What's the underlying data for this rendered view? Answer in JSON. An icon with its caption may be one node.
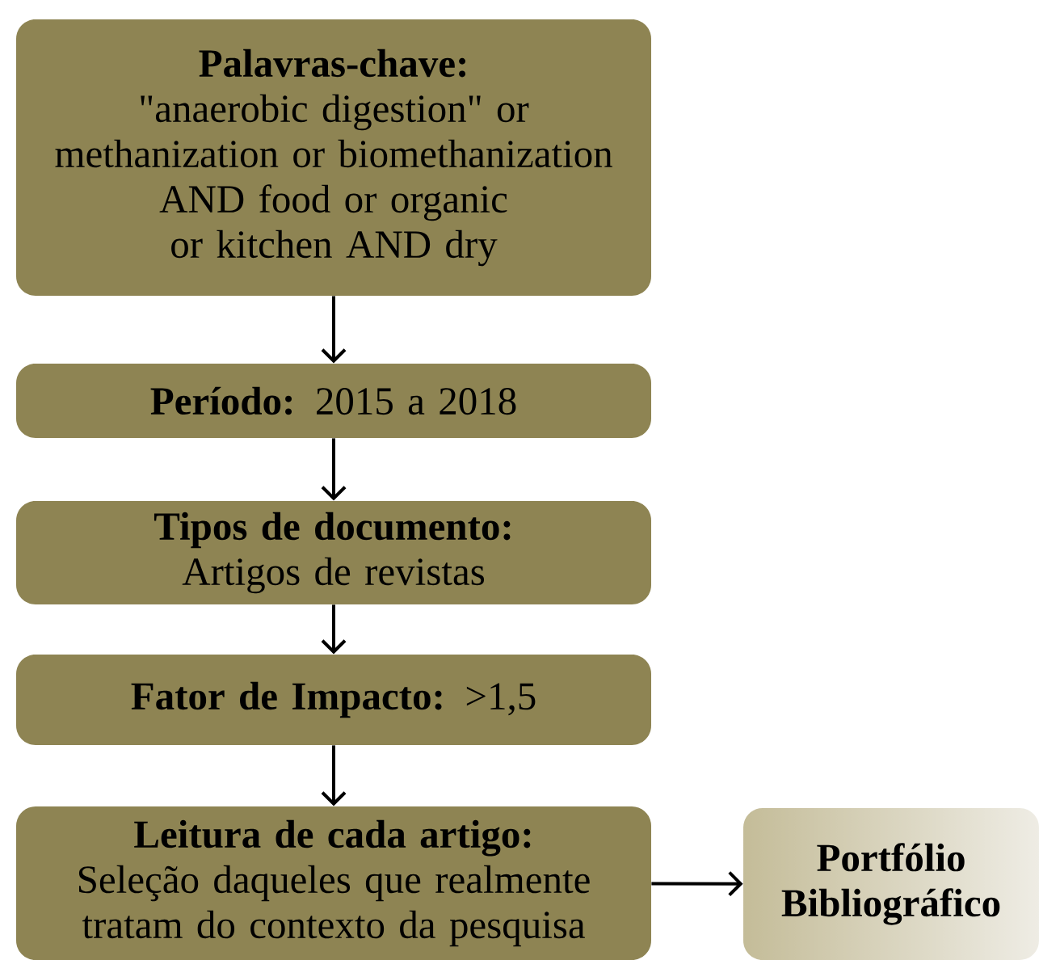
{
  "diagram": {
    "nodes": [
      {
        "text": [
          "Palavras-chave:",
          "\"anaerobic digestion\" or methanization or biomethanization AND  food or organic or kitchen  AND dry"
        ]
      },
      {
        "text": [
          "**Período:** 2015 a 2018"
        ]
      },
      {
        "text": [
          "**Tipos de documento:** Artigos de revistas"
        ]
      },
      {
        "text": [
          "**Fator de Impacto:** >1,5"
        ]
      },
      {
        "text": [
          "Leitura de cada artigo:",
          "Seleção daqueles que realmente tratam do contexto da pesquisa"
        ]
      },
      {
        "text": [
          "Portfólio Bibliográfico"
        ]
      }
    ],
    "edges": [
      {
        "from": 0,
        "to": 1,
        "arrow": "to"
      },
      {
        "from": 1,
        "to": 2,
        "arrow": "to"
      },
      {
        "from": 2,
        "to": 3,
        "arrow": "to"
      },
      {
        "from": 3,
        "to": 4,
        "arrow": "to"
      },
      {
        "from": 4,
        "to": 5,
        "arrow": "to"
      }
    ]
  }
}
